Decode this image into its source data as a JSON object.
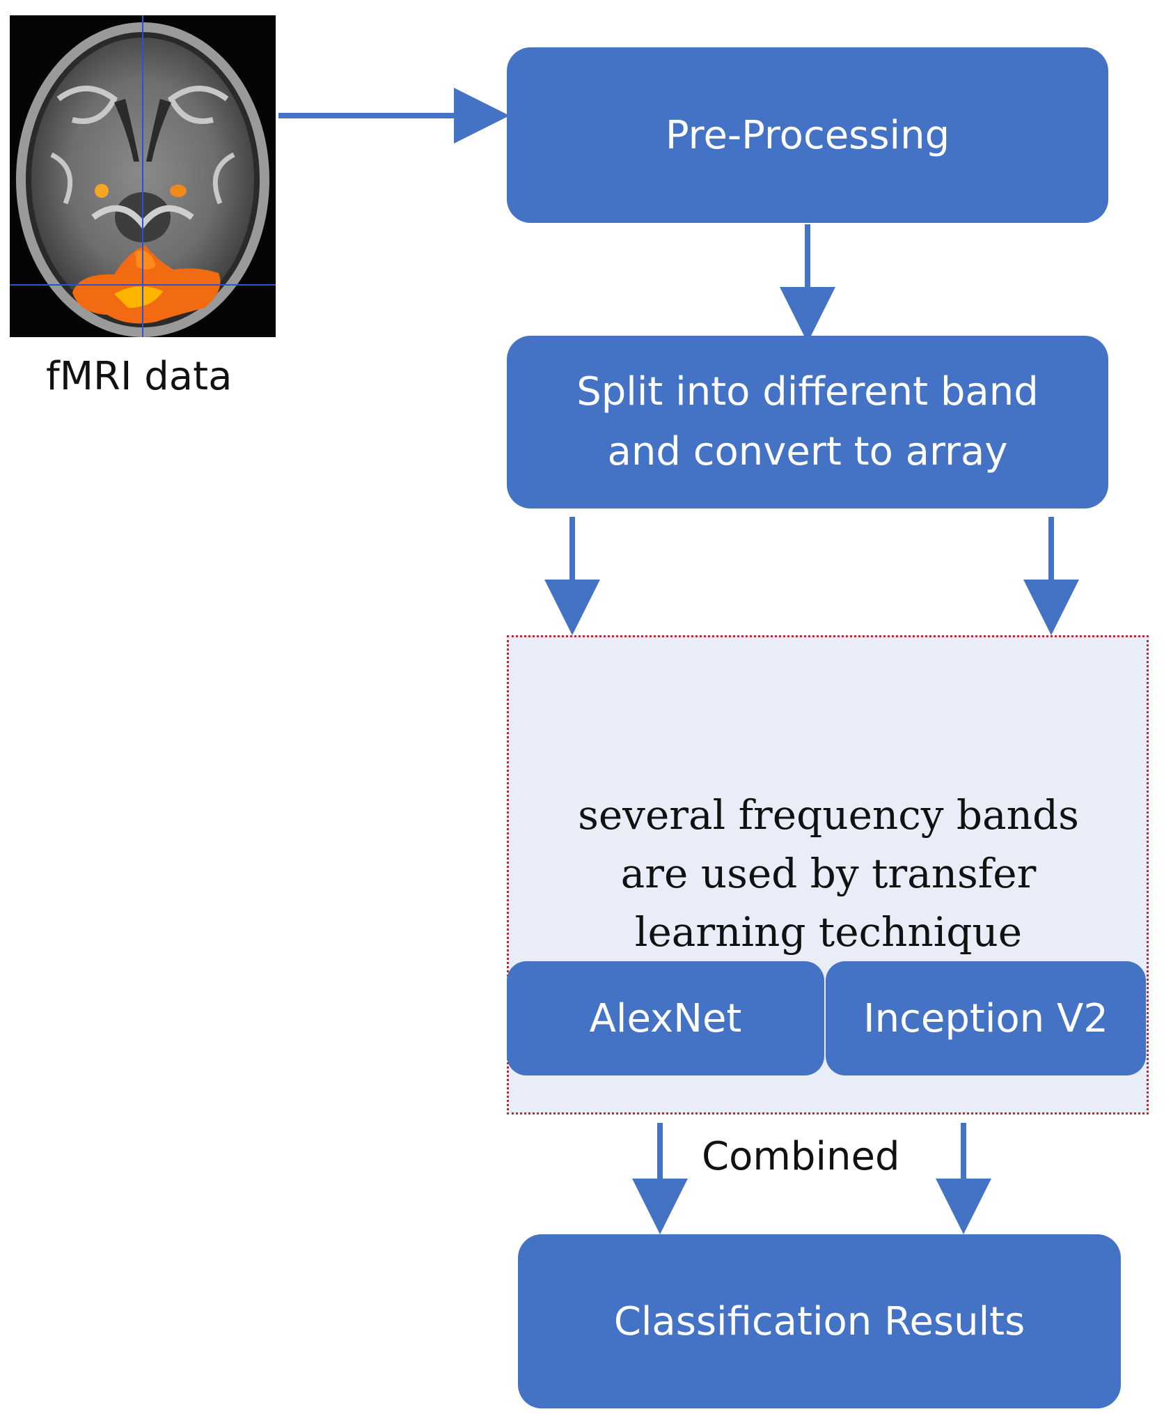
{
  "diagram": {
    "input": {
      "caption": "fMRI data"
    },
    "nodes": {
      "preprocessing": "Pre-Processing",
      "split_line1": "Split into different band",
      "split_line2": "and convert to array",
      "group_line1": "several frequency bands",
      "group_line2": "are used by transfer",
      "group_line3": "learning technique",
      "alexnet": "AlexNet",
      "inception": "Inception V2",
      "combined": "Combined",
      "results": "Classification Results"
    },
    "edges": [
      {
        "from": "fmri data",
        "to": "Pre-Processing"
      },
      {
        "from": "Pre-Processing",
        "to": "Split into different band and convert to array"
      },
      {
        "from": "Split into different band and convert to array",
        "to": "several frequency bands are used by transfer learning technique"
      },
      {
        "from": "AlexNet",
        "to": "Classification Results"
      },
      {
        "from": "Inception V2",
        "to": "Classification Results"
      }
    ],
    "colors": {
      "box": "#4472c4",
      "arrow": "#4472c4",
      "group_fill": "#e9edf7",
      "group_border": "#c0282d"
    }
  }
}
